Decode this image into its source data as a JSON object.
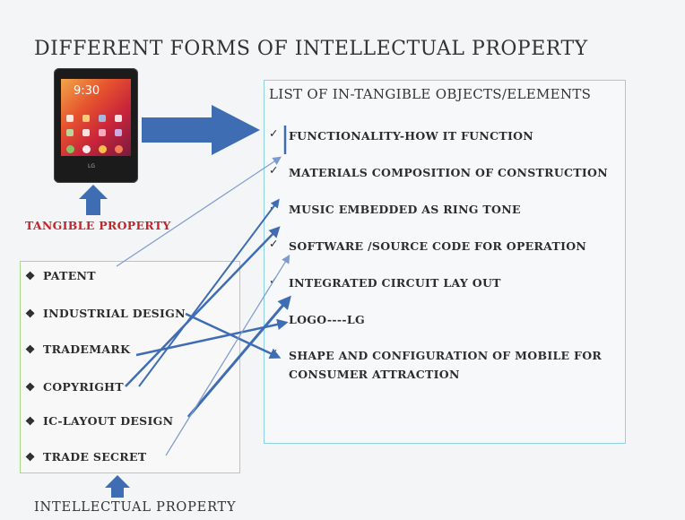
{
  "title": "DIFFERENT FORMS OF INTELLECTUAL PROPERTY",
  "phone": {
    "clock": "9:30",
    "brand": "LG"
  },
  "tangible_label": "TANGIBLE PROPERTY",
  "intangible": {
    "heading": "LIST OF IN-TANGIBLE OBJECTS/ELEMENTS",
    "tick": "✓",
    "items": [
      "FUNCTIONALITY-HOW IT FUNCTION",
      "MATERIALS COMPOSITION OF CONSTRUCTION",
      "MUSIC EMBEDDED AS RING TONE",
      "SOFTWARE /SOURCE CODE FOR OPERATION",
      "INTEGRATED CIRCUIT LAY OUT",
      "LOGO----LG",
      "SHAPE AND CONFIGURATION OF MOBILE FOR",
      "CONSUMER ATTRACTION"
    ]
  },
  "ip": {
    "bullet": "❖",
    "items": [
      "PATENT",
      "INDUSTRIAL DESIGN",
      "TRADEMARK",
      "COPYRIGHT",
      "IC-LAYOUT DESIGN",
      "TRADE SECRET"
    ],
    "label": "INTELLECTUAL  PROPERTY"
  },
  "colors": {
    "arrow": "#3f6db4",
    "thin_arrow": "#7d9ccd",
    "tangible": "#c0262c",
    "list_border": "#8fd3e8",
    "ip_border": "#a8d88a"
  }
}
